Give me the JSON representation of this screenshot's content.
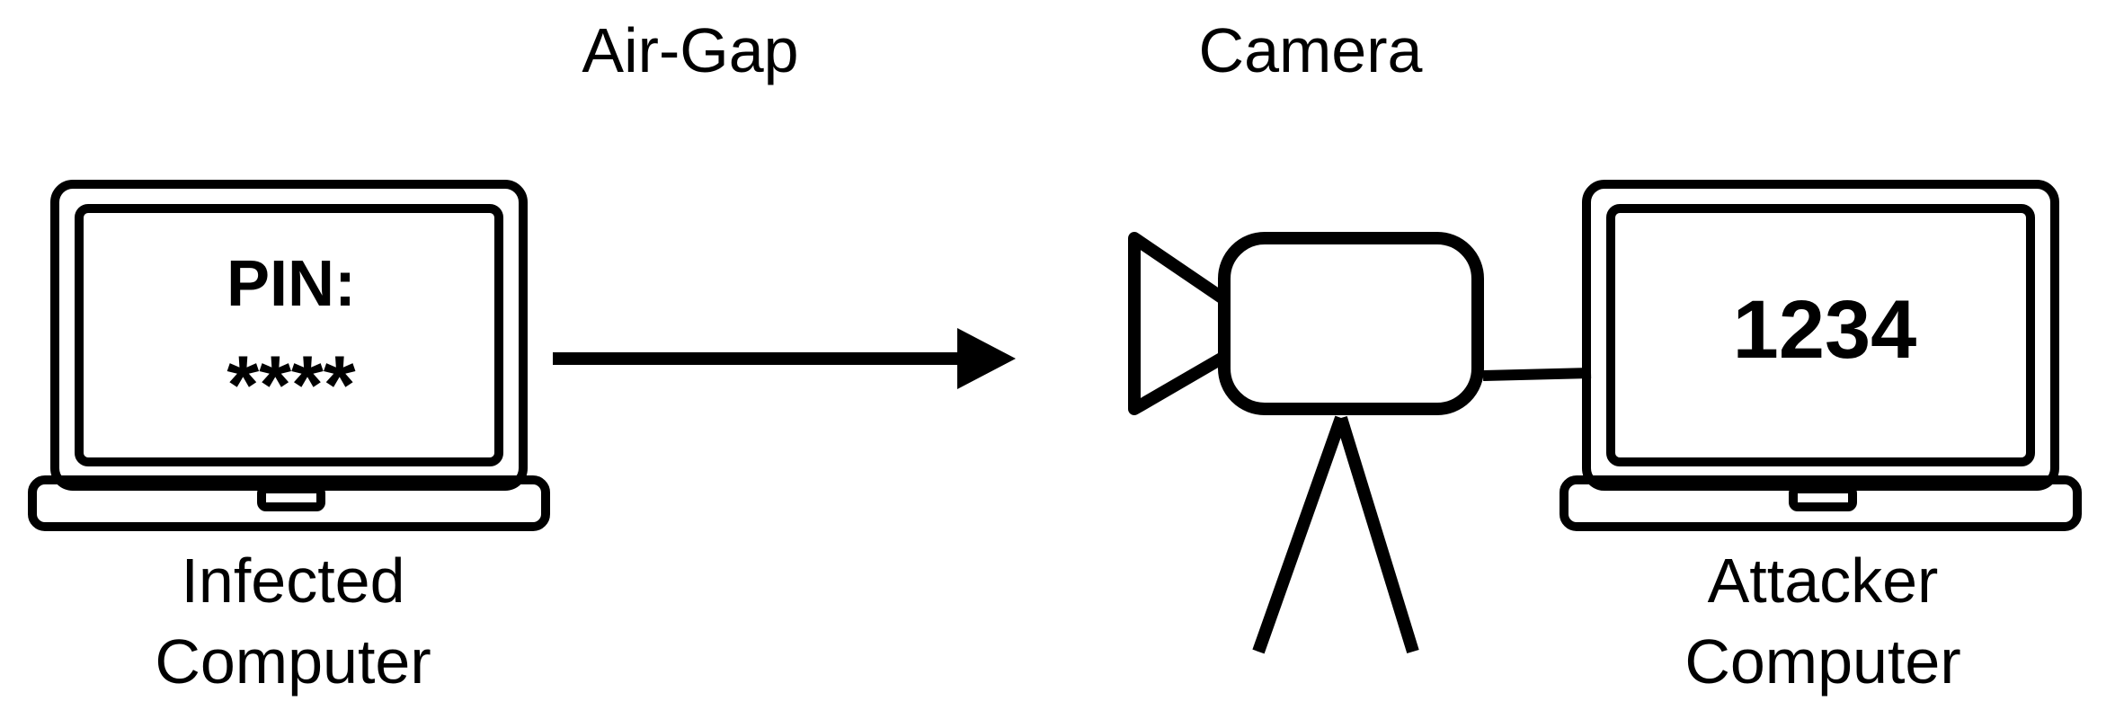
{
  "labels": {
    "air_gap": "Air-Gap",
    "camera": "Camera",
    "infected_line1": "Infected",
    "infected_line2": "Computer",
    "attacker_line1": "Attacker",
    "attacker_line2": "Computer"
  },
  "infected_screen": {
    "line1": "PIN:",
    "line2": "****"
  },
  "attacker_screen": {
    "text": "1234"
  },
  "icons": [
    "laptop-icon",
    "arrow-icon",
    "video-camera-icon",
    "tripod-icon",
    "cable-icon",
    "laptop-icon"
  ]
}
